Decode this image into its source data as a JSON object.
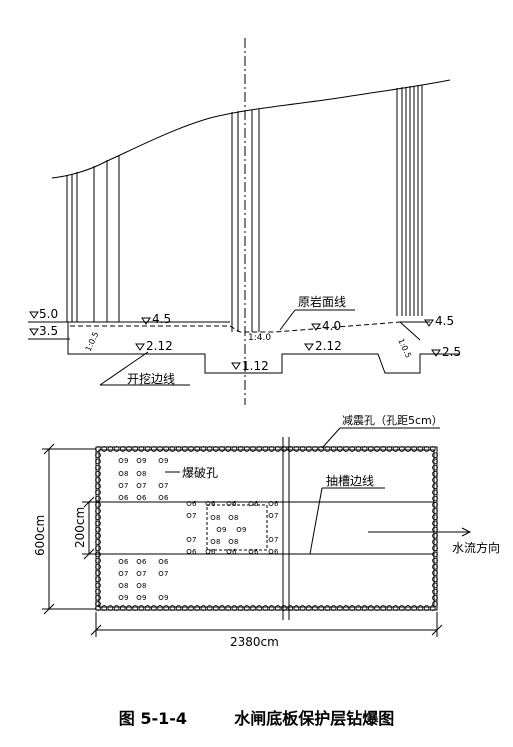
{
  "section": {
    "elev_5_0": "5.0",
    "elev_3_5": "3.5",
    "elev_4_5_left": "4.5",
    "elev_4_5_right": "4.5",
    "elev_2_12_left": "2.12",
    "elev_2_12_right": "2.12",
    "elev_1_12": "1.12",
    "elev_4_0": "4.0",
    "elev_2_5": "2.5",
    "slope_left": "1:0.5",
    "slope_right": "1:0.5",
    "grade": "1:4.0",
    "label_rock_surface": "原岩面线",
    "label_excavation_line": "开挖边线"
  },
  "plan": {
    "label_damping_holes": "减震孔（孔距5cm）",
    "label_blast_holes": "爆破孔",
    "label_trench_line": "抽槽边线",
    "label_flow_direction": "水流方向",
    "dim_height": "600cm",
    "dim_trench_width": "200cm",
    "dim_length": "2380cm",
    "hole_6": "6",
    "hole_7": "7",
    "hole_8": "8",
    "hole_9": "9"
  },
  "caption": {
    "figure_number": "图 5-1-4",
    "title": "水闸底板保护层钻爆图"
  }
}
